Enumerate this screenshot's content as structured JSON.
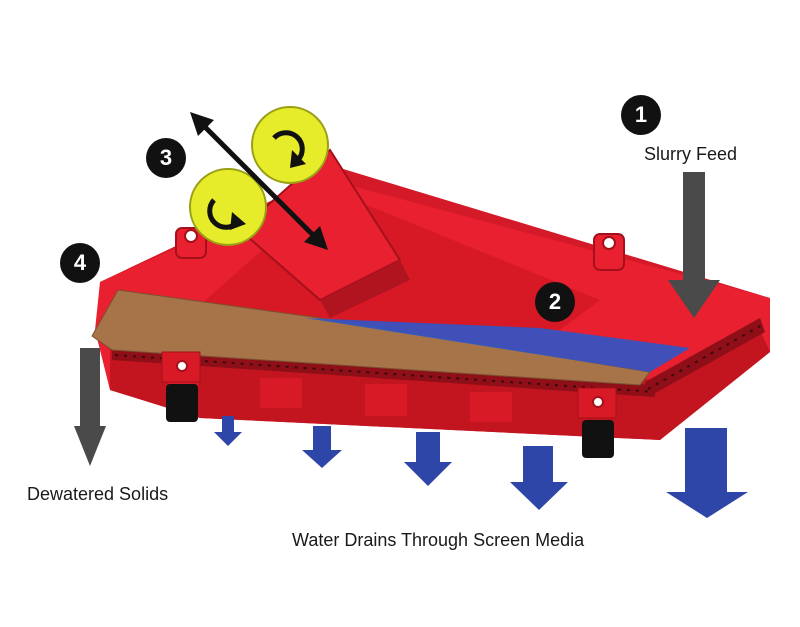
{
  "labels": {
    "slurry_feed": "Slurry Feed",
    "dewatered_solids": "Dewatered Solids",
    "water_drains": "Water Drains Through Screen Media"
  },
  "steps": [
    "1",
    "2",
    "3",
    "4"
  ],
  "colors": {
    "frame_red": "#e8202f",
    "frame_dark": "#b0141f",
    "motor_yellow": "#e6ec2a",
    "screen_brown": "#a7744a",
    "water_blue": "#2f55c8",
    "drain_arrow_blue": "#2e46a8",
    "flow_arrow_gray": "#4a4a4a",
    "badge_black": "#111111"
  },
  "icons": {
    "rotation": "curved-arrow-icon",
    "vibration": "double-headed-arrow-icon"
  }
}
